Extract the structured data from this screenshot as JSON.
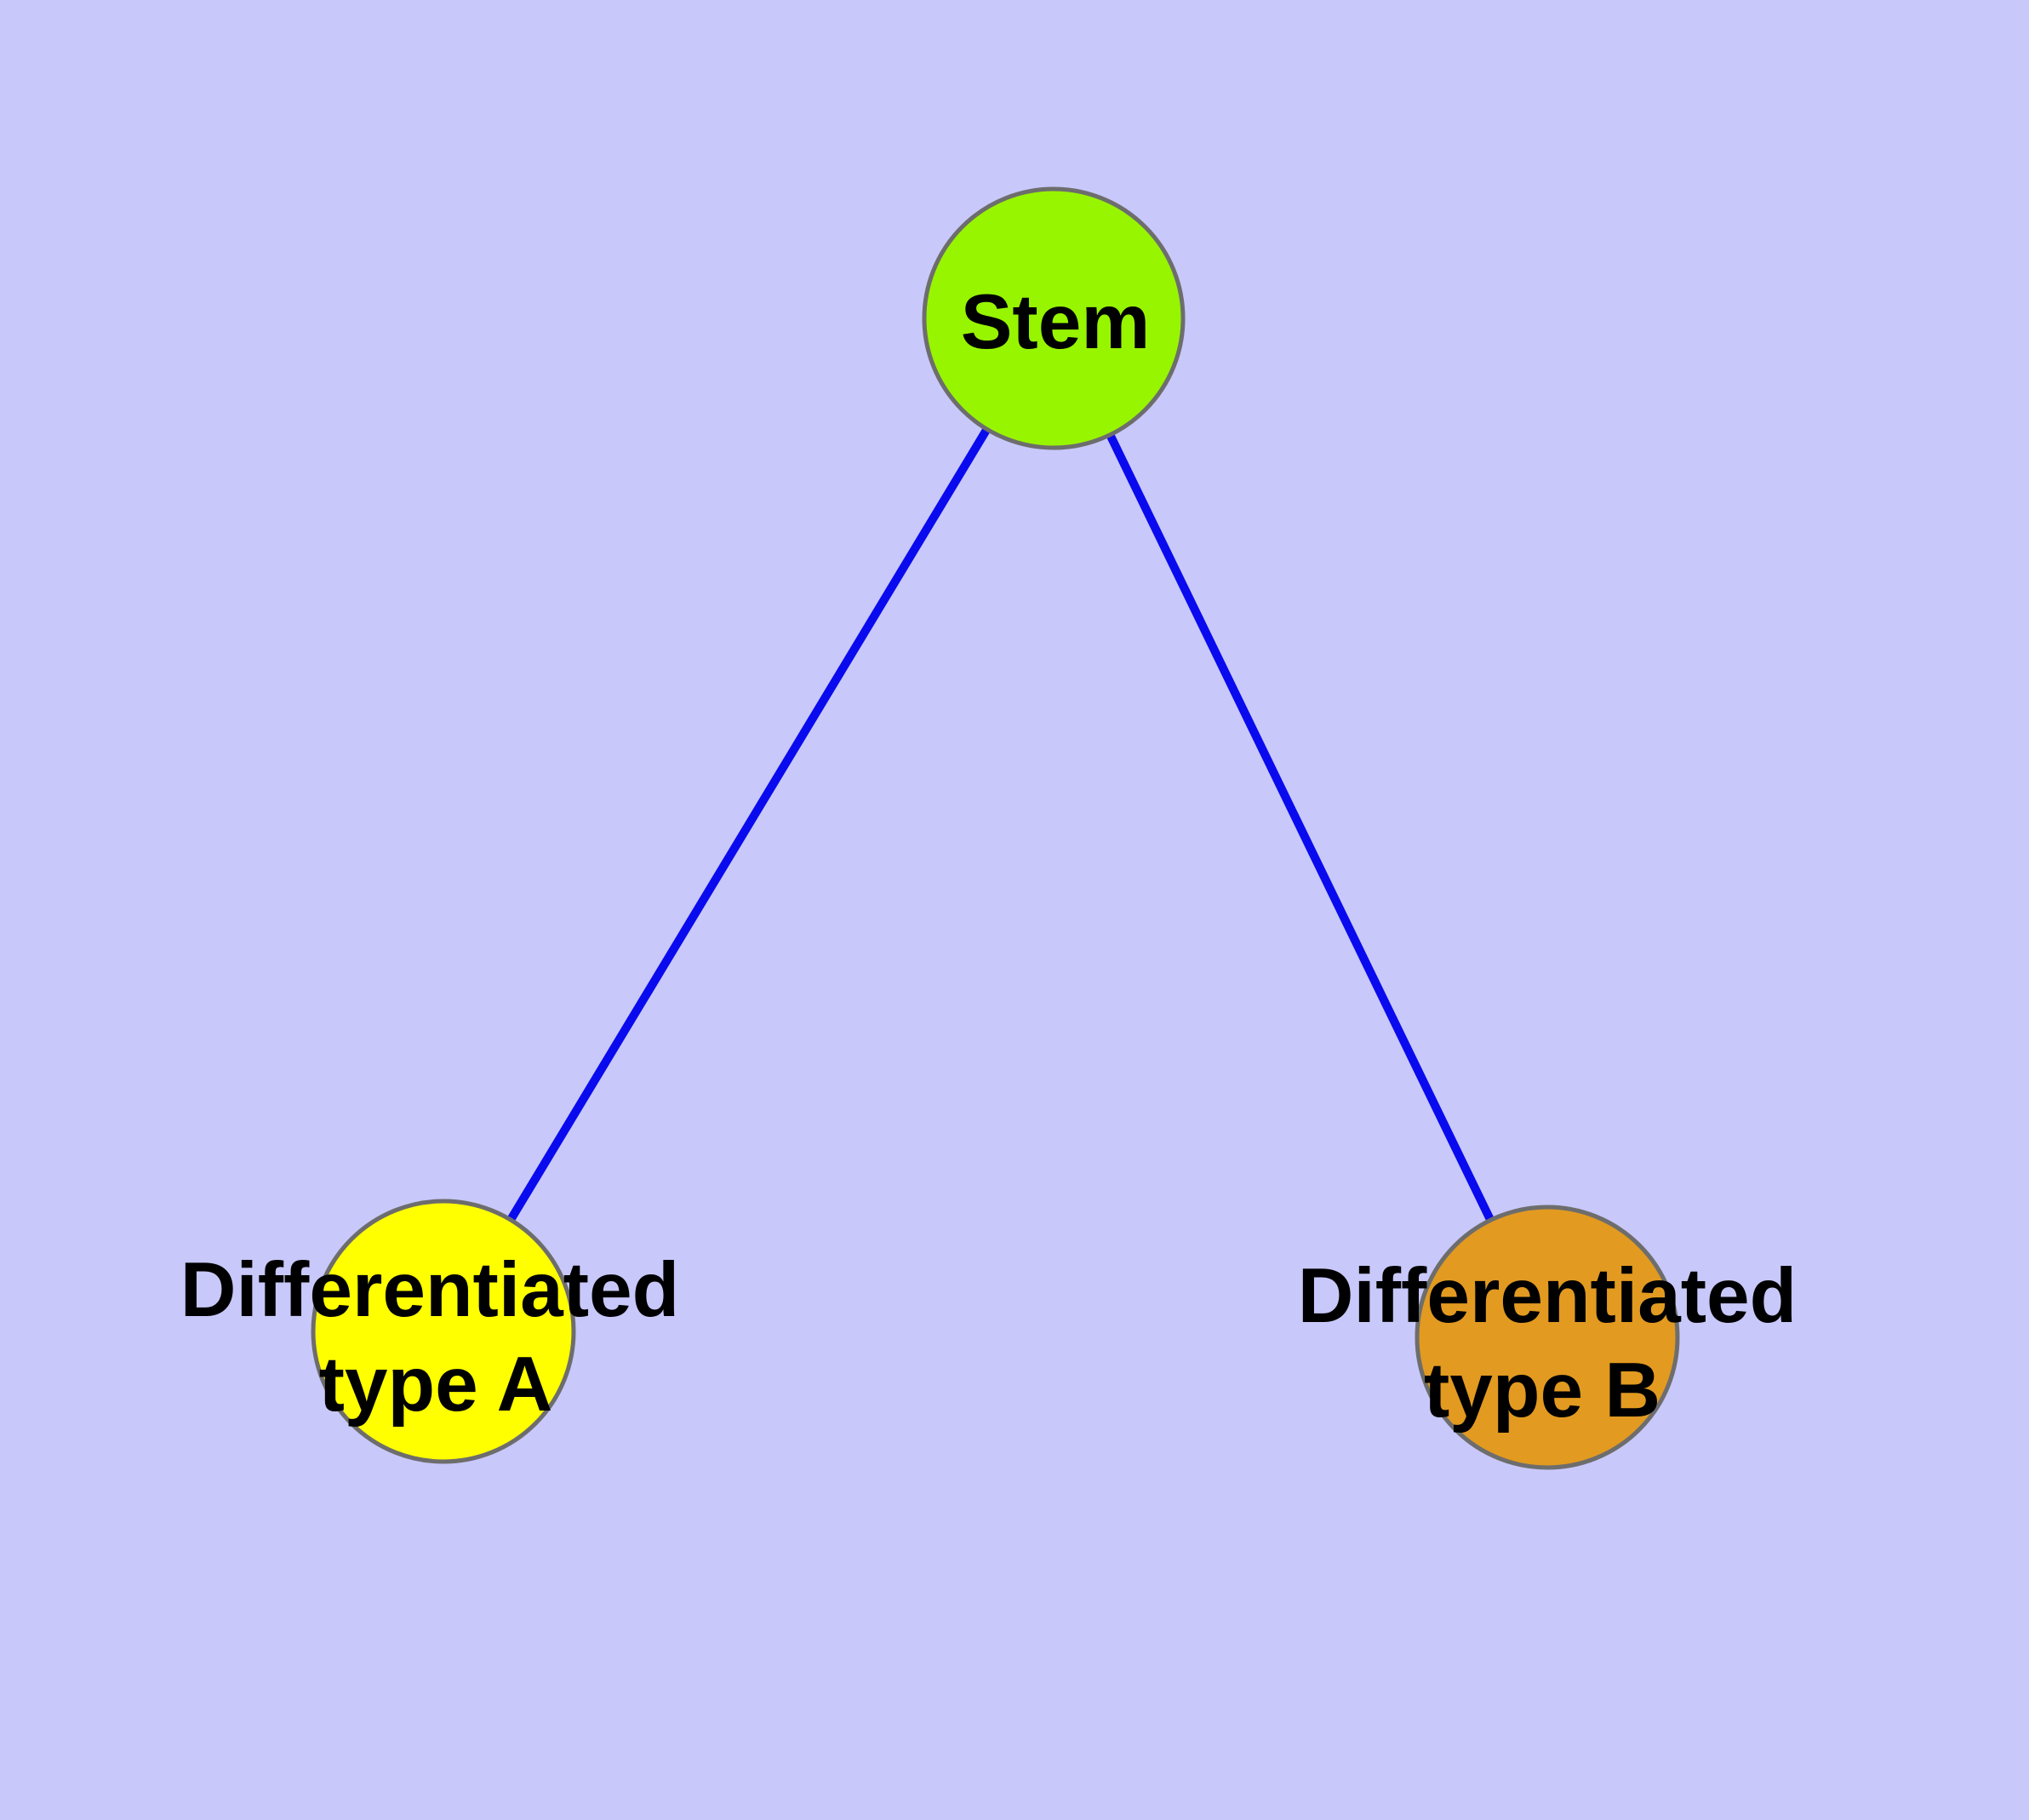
{
  "colors": {
    "background": "#C8C8FA",
    "edge": "#0A0AEE",
    "node_border": "#6D6D6D",
    "label_text": "#000000"
  },
  "nodes": {
    "stem": {
      "label": "Stem",
      "color": "#97F500"
    },
    "type_a": {
      "label": "Differentiated type A",
      "line1": "Differentiated",
      "line2": "type A",
      "color": "#FFFF00"
    },
    "type_b": {
      "label": "Differentiated type B",
      "line1": "Differentiated",
      "line2": "type B",
      "color": "#E29A20"
    }
  },
  "edges": [
    {
      "from": "Stem",
      "to": "Differentiated type A"
    },
    {
      "from": "Stem",
      "to": "Differentiated type B"
    }
  ]
}
